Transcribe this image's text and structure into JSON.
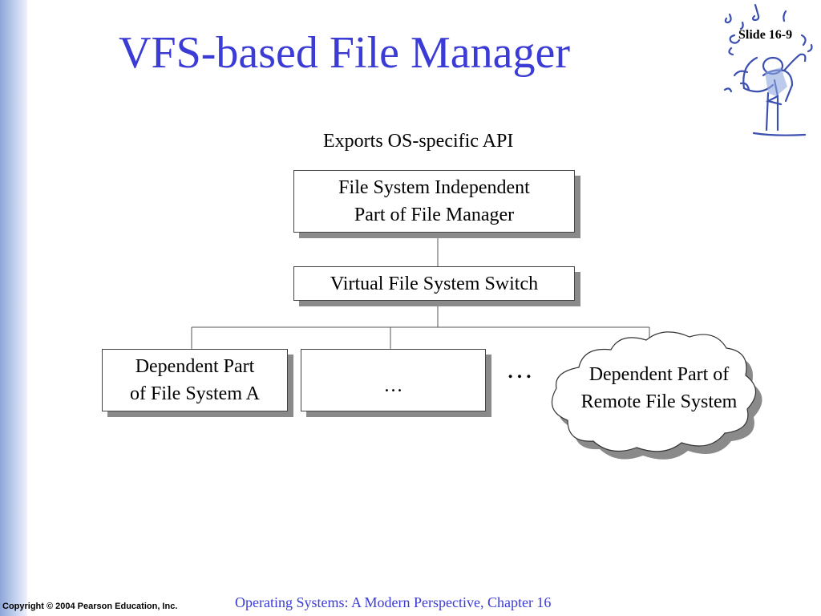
{
  "slide": {
    "title": "VFS-based File Manager",
    "number": "Slide 16-9",
    "accent_color": "#3b3bd6",
    "logo_icon": "musician-with-notes-icon"
  },
  "diagram": {
    "caption": "Exports OS-specific API",
    "top_box": {
      "line1": "File System Independent",
      "line2": "Part of File Manager"
    },
    "switch_box": "Virtual File System Switch",
    "fs_a_box": {
      "line1": "Dependent Part",
      "line2": "of File System A"
    },
    "middle_box": "…",
    "ellipsis": "…",
    "remote_cloud": {
      "line1": "Dependent Part of",
      "line2": "Remote File System"
    }
  },
  "footer": {
    "copyright": "Copyright © 2004 Pearson Education, Inc.",
    "book": "Operating Systems: A Modern Perspective, Chapter 16"
  }
}
